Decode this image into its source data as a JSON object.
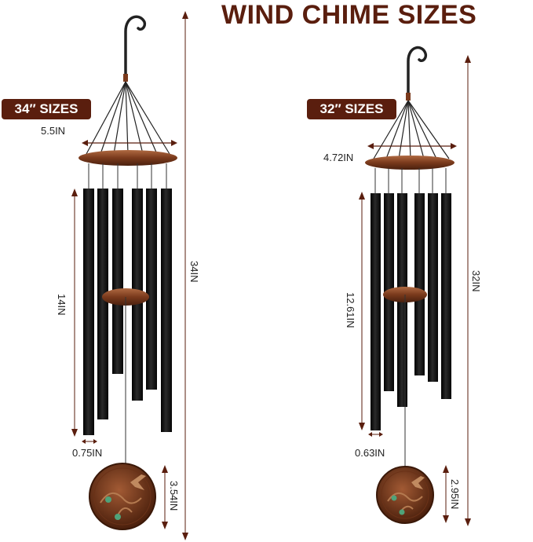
{
  "title": "WIND CHIME SIZES",
  "left_chime": {
    "badge": "34″  SIZES",
    "ring_width": "5.5IN",
    "total_length": "34IN",
    "tube_length": "14IN",
    "tube_diameter": "0.75IN",
    "sail_length": "3.54IN"
  },
  "right_chime": {
    "badge": "32″  SIZES",
    "ring_width": "4.72IN",
    "total_length": "32IN",
    "tube_length": "12.61IN",
    "tube_diameter": "0.63IN",
    "sail_length": "2.95IN"
  },
  "colors": {
    "accent": "#5a1e0e",
    "tube": "#141414",
    "bronze": "#8a4a2a",
    "dimension_line": "#5a1e0e"
  }
}
